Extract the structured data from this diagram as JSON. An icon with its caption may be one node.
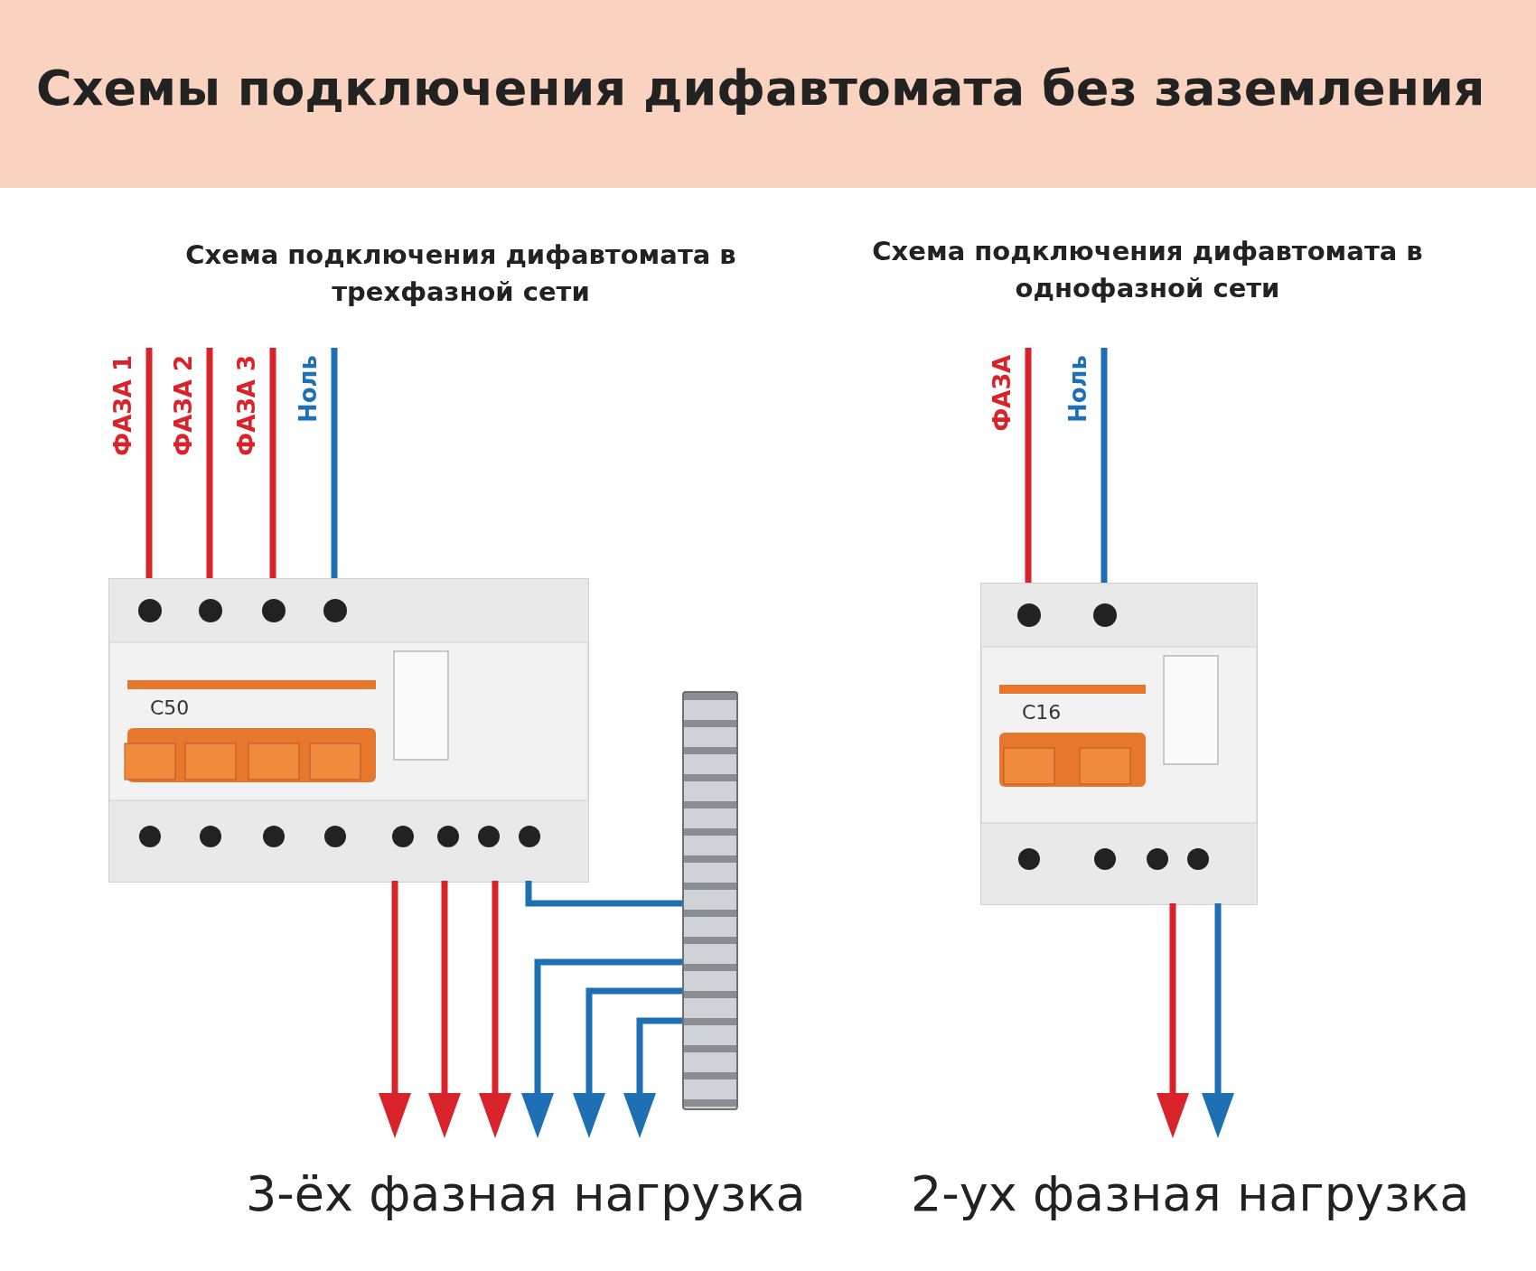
{
  "diagram": {
    "title": "Схемы подключения дифавтомата без заземления",
    "nodes": [
      {
        "text": [
          "C50"
        ]
      },
      {
        "text": [],
        "shape": "bar"
      },
      {
        "text": [
          "C16"
        ]
      }
    ],
    "edges": [
      {
        "from": null,
        "to": 0,
        "arrow": "none",
        "label": "ФАЗА 1"
      },
      {
        "from": null,
        "to": 0,
        "arrow": "none",
        "label": "ФАЗА 2"
      },
      {
        "from": null,
        "to": 0,
        "arrow": "none",
        "label": "ФАЗА 3"
      },
      {
        "from": null,
        "to": 0,
        "arrow": "none",
        "label": "Ноль",
        "color": "#1f6fb5"
      },
      {
        "from": 0,
        "to": null,
        "arrow": "to"
      },
      {
        "from": 0,
        "to": null,
        "arrow": "to"
      },
      {
        "from": 0,
        "to": null,
        "arrow": "to"
      },
      {
        "from": 0,
        "to": 1,
        "arrow": "none",
        "color": "#1f6fb5"
      },
      {
        "from": 1,
        "to": null,
        "arrow": "to",
        "color": "#1f6fb5"
      },
      {
        "from": 1,
        "to": null,
        "arrow": "to",
        "color": "#1f6fb5"
      },
      {
        "from": 1,
        "to": null,
        "arrow": "to",
        "color": "#1f6fb5"
      },
      {
        "from": null,
        "to": 2,
        "arrow": "none",
        "label": "ФАЗА"
      },
      {
        "from": null,
        "to": 2,
        "arrow": "none",
        "label": "Ноль",
        "color": "#1f6fb5"
      },
      {
        "from": 2,
        "to": null,
        "arrow": "to"
      },
      {
        "from": 2,
        "to": null,
        "arrow": "to",
        "color": "#1f6fb5"
      }
    ],
    "labels": [
      "Схема подключения дифавтомата в трехфазной сети",
      "Схема подключения дифавтомата в однофазной сети",
      "3-ёх фазная нагрузка",
      "2-ух фазная нагрузка"
    ]
  }
}
